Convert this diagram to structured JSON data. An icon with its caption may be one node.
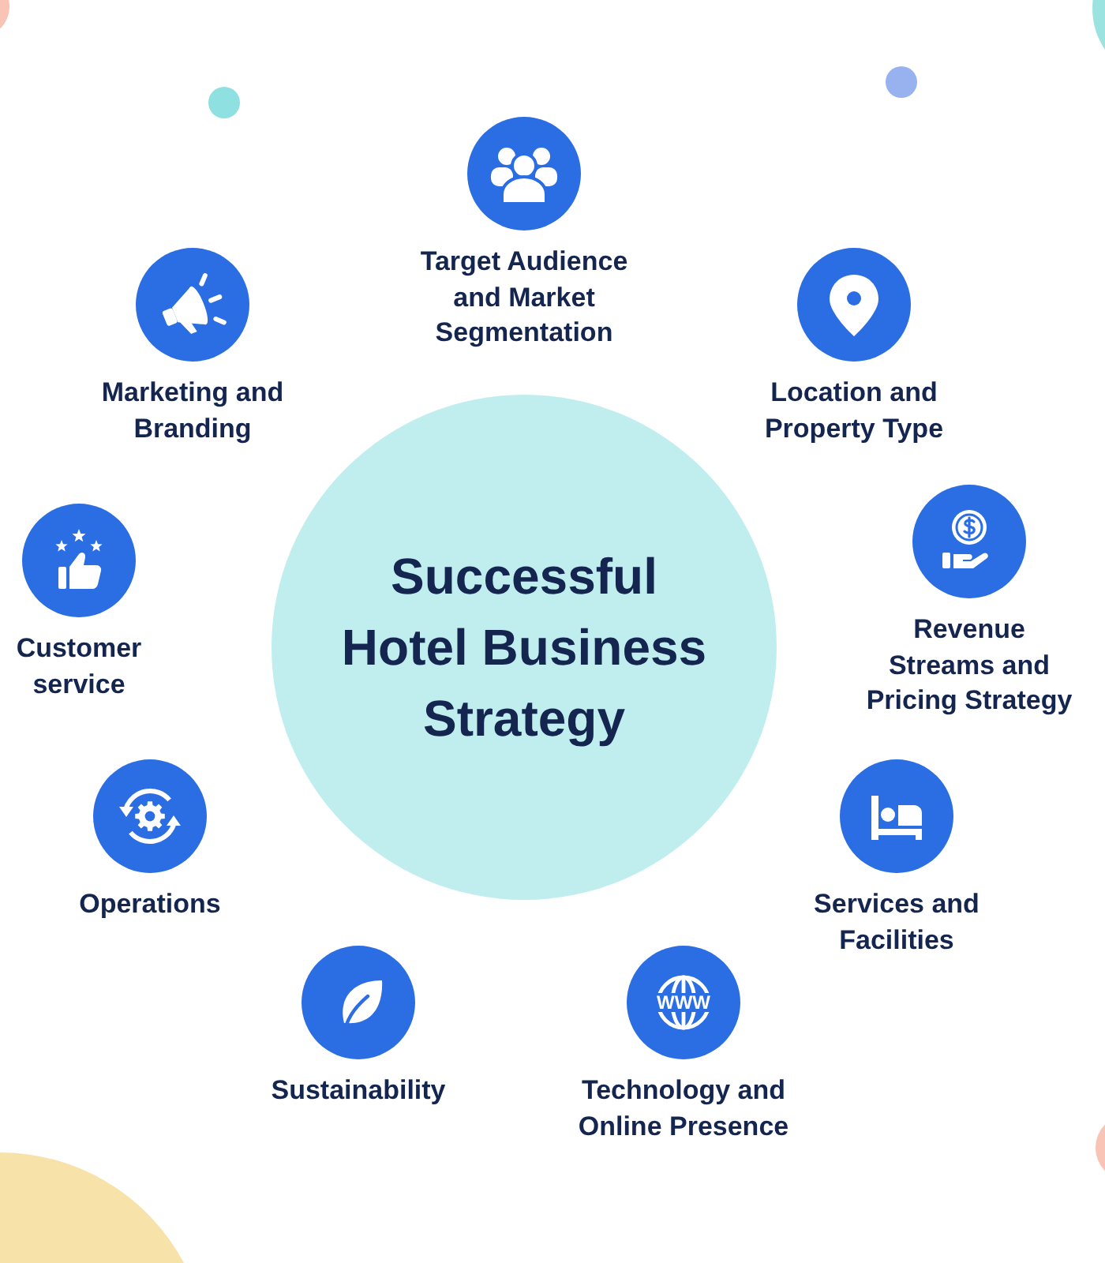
{
  "diagram": {
    "nodes": [
      {
        "text": [
          "Successful Hotel Business Strategy"
        ]
      },
      {
        "text": [
          "Target Audience and Market Segmentation"
        ]
      },
      {
        "text": [
          "Marketing and Branding"
        ]
      },
      {
        "text": [
          "Location and Property Type"
        ]
      },
      {
        "text": [
          "Customer service"
        ]
      },
      {
        "text": [
          "Revenue Streams and Pricing Strategy"
        ]
      },
      {
        "text": [
          "Operations"
        ]
      },
      {
        "text": [
          "Services and Facilities"
        ]
      },
      {
        "text": [
          "Sustainability"
        ]
      },
      {
        "text": [
          "Technology and Online Presence"
        ]
      }
    ],
    "labels": [
      "WWW"
    ]
  }
}
